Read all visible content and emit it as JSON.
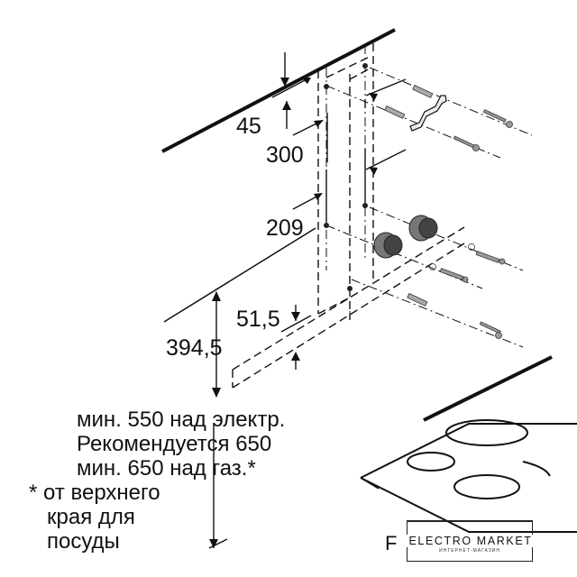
{
  "dimensions": {
    "d45": "45",
    "d300": "300",
    "d209": "209",
    "d51_5": "51,5",
    "d394_5": "394,5"
  },
  "notes": {
    "line1": "мин. 550 над электр.",
    "line2": "Рекомендуется 650",
    "line3": "мин. 650 над газ.*",
    "line4": "* от верхнего",
    "line5": "края для",
    "line6": "посуды"
  },
  "figure_label": "F",
  "watermark": {
    "title": "ELECTRO MARKET",
    "subtitle": "ИНТЕРНЕТ-МАГАЗИН"
  }
}
